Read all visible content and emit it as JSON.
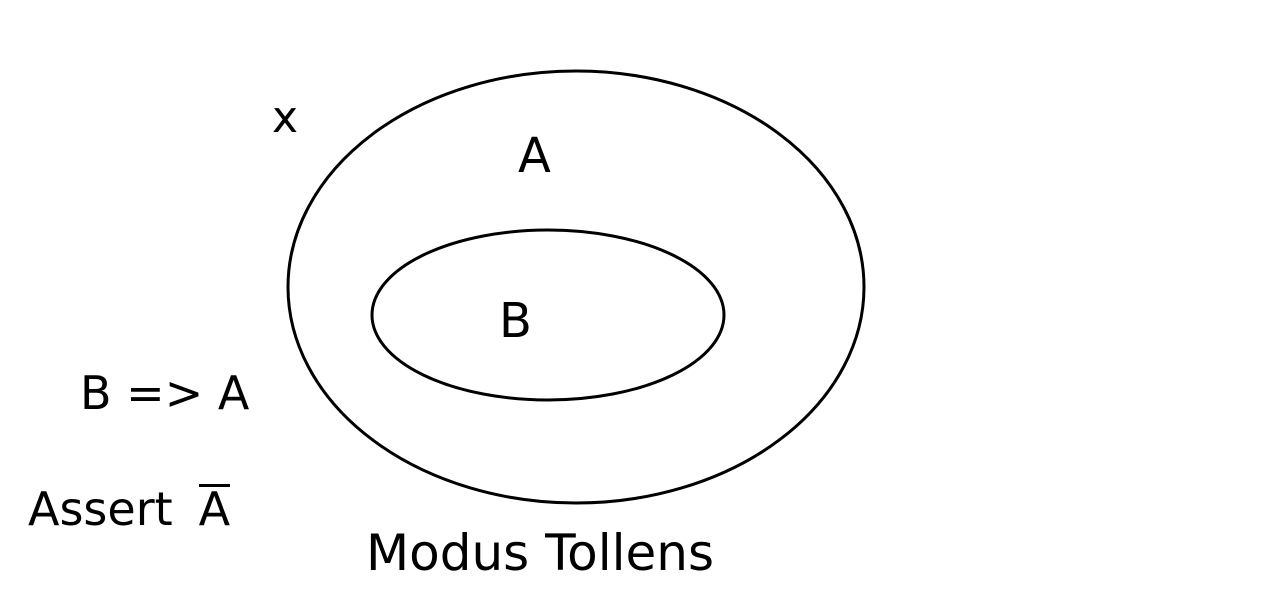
{
  "diagram": {
    "universe_label": "x",
    "outer_set_label": "A",
    "inner_set_label": "B",
    "implication": "B => A",
    "assert_word": "Assert",
    "asserted_negation": "A",
    "title": "Modus Tollens",
    "stroke_color": "#000000",
    "background_color": "#ffffff"
  }
}
